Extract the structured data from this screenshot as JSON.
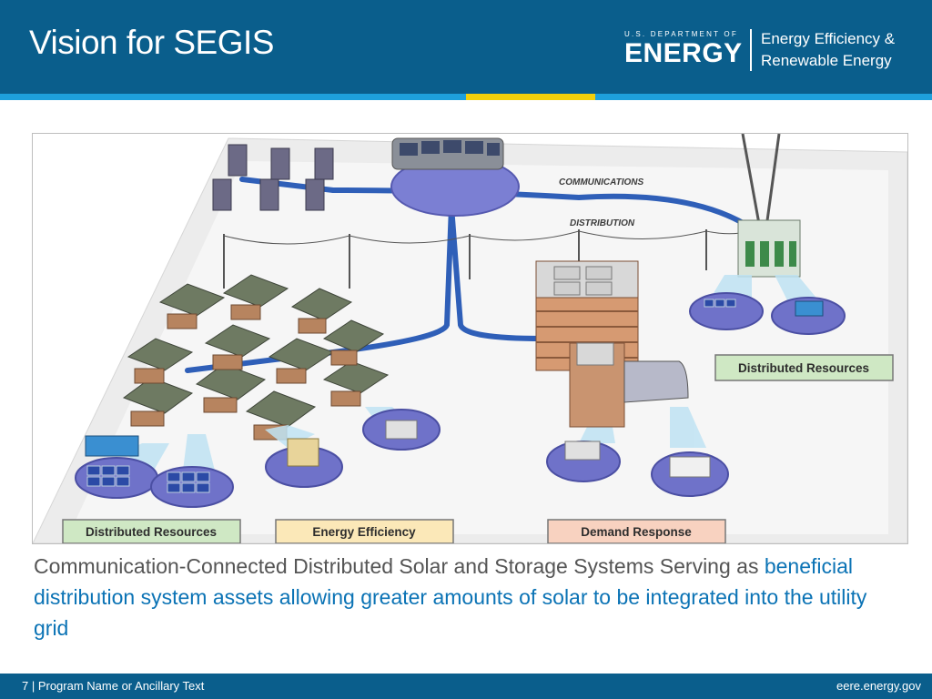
{
  "slide": {
    "title": "Vision for SEGIS"
  },
  "logo": {
    "department": "U.S. DEPARTMENT OF",
    "energy": "ENERGY",
    "office_line1": "Energy Efficiency &",
    "office_line2": "Renewable Energy"
  },
  "diagram": {
    "communications_label": "COMMUNICATIONS",
    "distribution_label": "DISTRIBUTION",
    "distributed_resources_right": "Distributed Resources",
    "distributed_resources_left": "Distributed Resources",
    "energy_efficiency": "Energy Efficiency",
    "demand_response": "Demand Response"
  },
  "caption": {
    "plain": "Communication-Connected Distributed Solar and Storage Systems Serving as ",
    "highlight": "beneficial distribution system assets allowing greater amounts of solar to be integrated into the utility grid"
  },
  "footer": {
    "left": "7 | Program Name or Ancillary Text",
    "right": "eere.energy.gov"
  },
  "colors": {
    "header_blue": "#0a5e8c",
    "stripe_blue": "#1ea0dc",
    "stripe_yellow": "#f3cf0b",
    "caption_highlight": "#0b73b5",
    "resources_label_bg": "#cfe8c4",
    "efficiency_label_bg": "#fbe8b8",
    "demand_label_bg": "#f8d2c0"
  }
}
